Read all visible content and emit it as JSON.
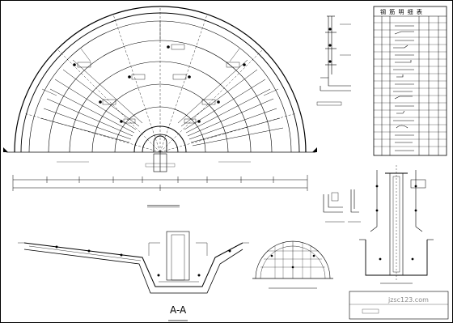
{
  "drawing": {
    "section_label": "A-A",
    "table_title": "钢 筋 明 细 表",
    "watermark": "jzsc123.com"
  }
}
